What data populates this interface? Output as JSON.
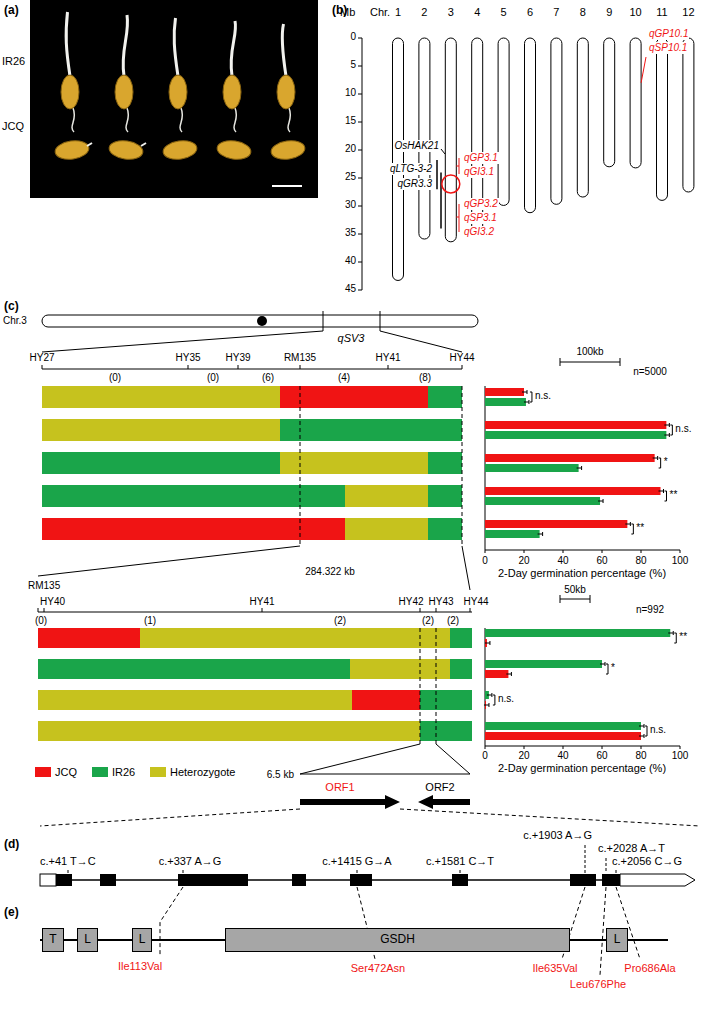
{
  "diagram": {
    "nodes": [
      {
        "text": [
          "T"
        ]
      },
      {
        "text": [
          "L"
        ]
      },
      {
        "text": [
          "L"
        ]
      },
      {
        "text": [
          "GSDH"
        ]
      },
      {
        "text": [
          "L"
        ]
      }
    ],
    "labels": [
      "(a)",
      "IR26",
      "JCQ",
      "(b)",
      "Mb",
      "Chr.",
      "1",
      "2",
      "3",
      "4",
      "5",
      "6",
      "7",
      "8",
      "9",
      "10",
      "11",
      "12",
      "0",
      "5",
      "10",
      "15",
      "20",
      "25",
      "30",
      "35",
      "40",
      "45",
      "OsHAK21",
      "qLTG-3-2",
      "qGR3.3",
      "qGP3.1",
      "qGI3.1",
      "qGP3.2",
      "qSP3.1",
      "qGI3.2",
      "qGP10.1",
      "qSP10.1",
      "(c)",
      "Chr.3",
      "qSV3",
      "HY27",
      "HY35",
      "HY39",
      "RM135",
      "HY41",
      "HY44",
      "(0)",
      "(0)",
      "(6)",
      "(4)",
      "(8)",
      "100kb",
      "n=5000",
      "n.s.",
      "n.s.",
      "*",
      "**",
      "**",
      "0",
      "20",
      "40",
      "60",
      "80",
      "100",
      "2-Day germination percentage (%)",
      "284.322 kb",
      "RM135",
      "HY40",
      "HY41",
      "HY42",
      "HY43",
      "HY44",
      "(0)",
      "(1)",
      "(2)",
      "(2)",
      "(2)",
      "50kb",
      "n=992",
      "**",
      "*",
      "n.s.",
      "n.s.",
      "0",
      "20",
      "40",
      "60",
      "80",
      "100",
      "2-Day germination percentage (%)",
      "6.5 kb",
      "ORF1",
      "ORF2",
      "(d)",
      "c.+41 T→C",
      "c.+337 A→G",
      "c.+1415 G→A",
      "c.+1581 C→T",
      "c.+1903 A→G",
      "c.+2028 A→T",
      "c.+2056 C→G",
      "(e)",
      "Ile113Val",
      "Ser472Asn",
      "Ile635Val",
      "Leu676Phe",
      "Pro686Ala"
    ],
    "legend": [
      {
        "text": "JCQ",
        "color": "#f01414"
      },
      {
        "text": "IR26",
        "color": "#1aa54a"
      },
      {
        "text": "Heterozygote",
        "color": "#c6c21e"
      }
    ]
  }
}
